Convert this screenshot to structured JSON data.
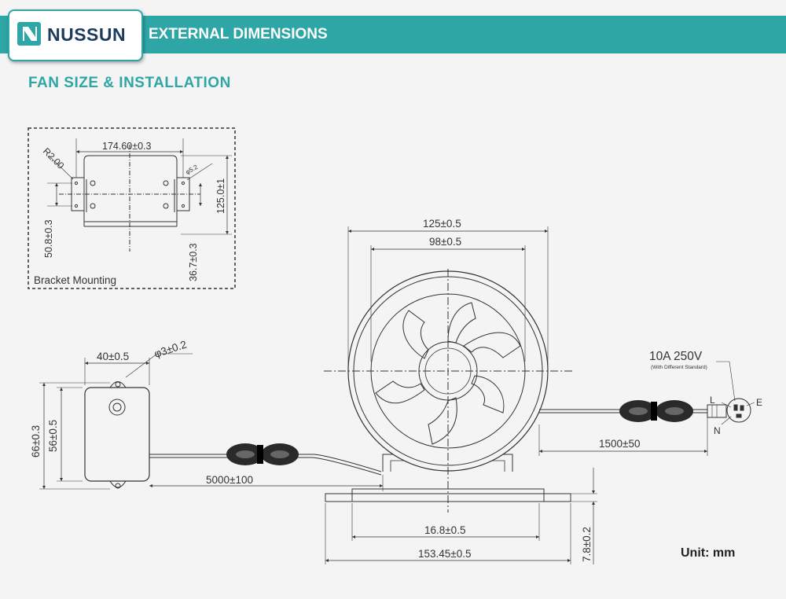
{
  "brand": {
    "name": "NUSSUN"
  },
  "header": {
    "title": "EXTERNAL DIMENSIONS"
  },
  "section": {
    "title": "FAN SIZE & INSTALLATION"
  },
  "bracket": {
    "label": "Bracket Mounting",
    "width": "174.60±0.3",
    "height": "125.0±1",
    "radius": "R2.00",
    "hole": "φ5.2",
    "hole_spacing": "50.8±0.3",
    "slot_spacing": "36.7±0.3"
  },
  "fan": {
    "outer_diameter": "125±0.5",
    "inner_diameter": "98±0.5",
    "base_height": "16.8±0.5",
    "base_length": "153.45±0.5",
    "flange_thickness": "7.8±0.2"
  },
  "controller": {
    "width": "40±0.5",
    "hole": "φ3±0.2",
    "height_outer": "66±0.3",
    "height_inner": "56±0.5",
    "cable_length": "5000±100"
  },
  "power": {
    "rating": "10A  250V",
    "note": "(With Different Standard)",
    "cable_length": "1500±50",
    "pin_l": "L",
    "pin_n": "N",
    "pin_e": "E"
  },
  "unit": "Unit: mm",
  "colors": {
    "accent": "#2fa6a6",
    "brand": "#1e3a5f"
  }
}
